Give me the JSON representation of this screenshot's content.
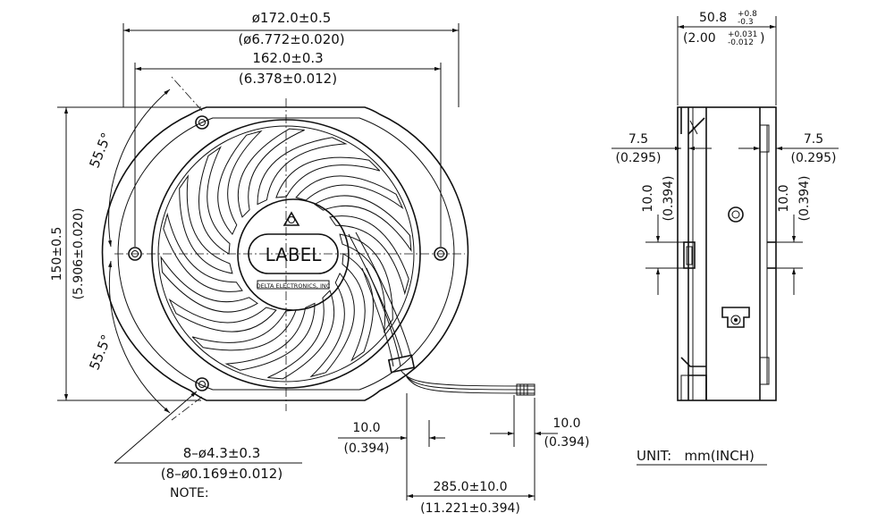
{
  "front_view": {
    "outer_diameter": {
      "mm": "ø172.0±0.5",
      "inch": "(ø6.772±0.020)"
    },
    "hole_spacing_width": {
      "mm": "162.0±0.3",
      "inch": "(6.378±0.012)"
    },
    "height": {
      "mm": "150±0.5",
      "inch": "(5.906±0.020)"
    },
    "angle_top": "55.5°",
    "angle_bottom": "55.5°",
    "label_text": "LABEL",
    "label_brand": "DELTA ELECTRONICS, INC",
    "holes": {
      "mm": "8–ø4.3±0.3",
      "inch": "(8–ø0.169±0.012)"
    },
    "note": "NOTE:"
  },
  "lead_wire": {
    "strip_left": {
      "mm": "10.0",
      "inch": "(0.394)"
    },
    "strip_right": {
      "mm": "10.0",
      "inch": "(0.394)"
    },
    "length": {
      "mm": "285.0±10.0",
      "inch": "(11.221±0.394)"
    }
  },
  "side_view": {
    "depth": {
      "mm": "50.8",
      "tol_plus": "+0.8",
      "tol_minus": "-0.3",
      "inch": "(2.00",
      "inch_tol_plus": "+0.031",
      "inch_tol_minus": "-0.012",
      "inch_close": ")"
    },
    "flange_left": {
      "mm": "7.5",
      "inch": "(0.295)"
    },
    "flange_right": {
      "mm": "7.5",
      "inch": "(0.295)"
    },
    "slot_left": {
      "mm": "10.0",
      "inch": "(0.394)"
    },
    "slot_right": {
      "mm": "10.0",
      "inch": "(0.394)"
    }
  },
  "unit": "UNIT:   mm(INCH)"
}
